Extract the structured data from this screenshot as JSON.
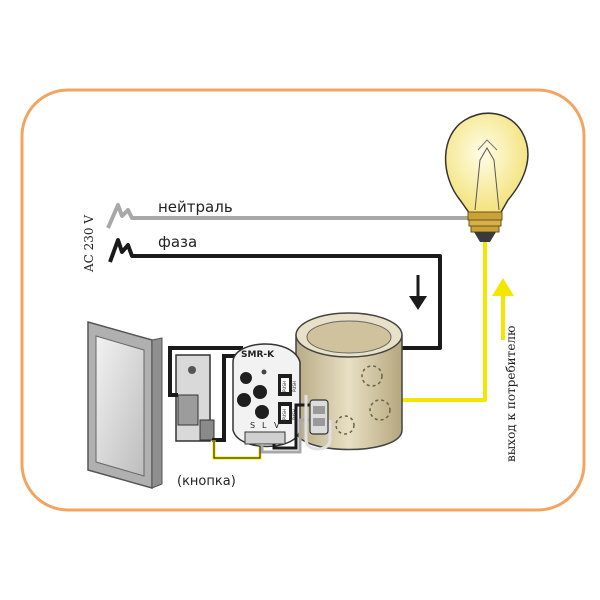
{
  "labels": {
    "neutral": "нейтраль",
    "phase": "фаза",
    "voltage": "AC 230 V",
    "output": "выход к потребителю",
    "button": "(кнопка)",
    "device_model": "SMR-K",
    "terminal_s": "S",
    "terminal_l": "L",
    "terminal_v": "V",
    "dip_upper": "PUSH",
    "dip_upper_2": "PUSH",
    "dip_lower": "PUSH",
    "dip_lower_2": "PUSH"
  },
  "colors": {
    "frame_border": "#f4a460",
    "neutral_wire": "#a8a8a8",
    "phase_wire": "#1a1a1a",
    "output_wire": "#f5e600",
    "arrow_up": "#f5e600",
    "bulb_glass": "#fbf3b0",
    "bulb_base": "#c9a23a",
    "junction_box": "#d8ccab",
    "switch_frame": "#a9a9a9",
    "module_body": "#f2f2f2"
  },
  "icons": {
    "bulb": "light-bulb-icon",
    "arrow_down": "arrow-down-icon",
    "arrow_up": "arrow-up-icon",
    "switch": "wall-switch-icon",
    "module": "smr-module-icon",
    "junction_box": "junction-box-icon"
  }
}
